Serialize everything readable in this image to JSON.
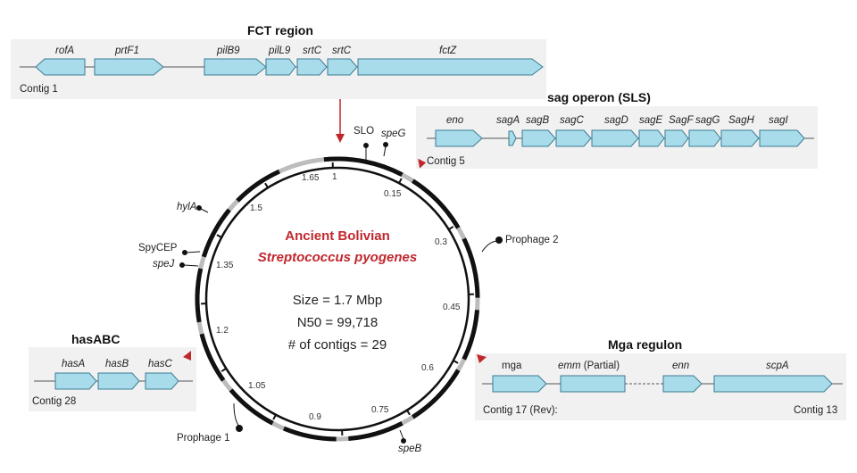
{
  "center": {
    "name_line1": "Ancient Bolivian",
    "name_line2": "Streptococcus pyogenes",
    "size": "Size = 1.7 Mbp",
    "n50": "N50 = 99,718",
    "contigs": "# of contigs = 29"
  },
  "ring_ticks": [
    "1",
    "0.15",
    "0.3",
    "0.45",
    "0.6",
    "0.75",
    "0.9",
    "1.05",
    "1.2",
    "1.35",
    "1.5",
    "1.65"
  ],
  "ring_markers": [
    "SLO",
    "speG",
    "Prophage 2",
    "speB",
    "Prophage 1",
    "speJ",
    "SpyCEP",
    "hylA"
  ],
  "fct": {
    "title": "FCT region",
    "contig": "Contig 1",
    "genes": [
      "rofA",
      "prtF1",
      "pilB9",
      "pilL9",
      "srtC",
      "srtC",
      "fctZ"
    ]
  },
  "sag": {
    "title": "sag operon (SLS)",
    "contig": "Contig 5",
    "genes": [
      "eno",
      "sagA",
      "sagB",
      "sagC",
      "sagD",
      "sagE",
      "SagF",
      "sagG",
      "SagH",
      "sagI"
    ]
  },
  "has": {
    "title": "hasABC",
    "contig": "Contig 28",
    "genes": [
      "hasA",
      "hasB",
      "hasC"
    ]
  },
  "mga": {
    "title": "Mga regulon",
    "contig_left": "Contig 17 (Rev):",
    "contig_right": "Contig 13",
    "genes": [
      "mga",
      "emm",
      "enn",
      "scpA"
    ],
    "emm_note": "(Partial)"
  },
  "colors": {
    "gene_fill": "#a8dcea",
    "gene_stroke": "#3a7c94",
    "accent": "#c0272d",
    "ring": "#111111",
    "ring_gap": "#bdbdbd"
  }
}
